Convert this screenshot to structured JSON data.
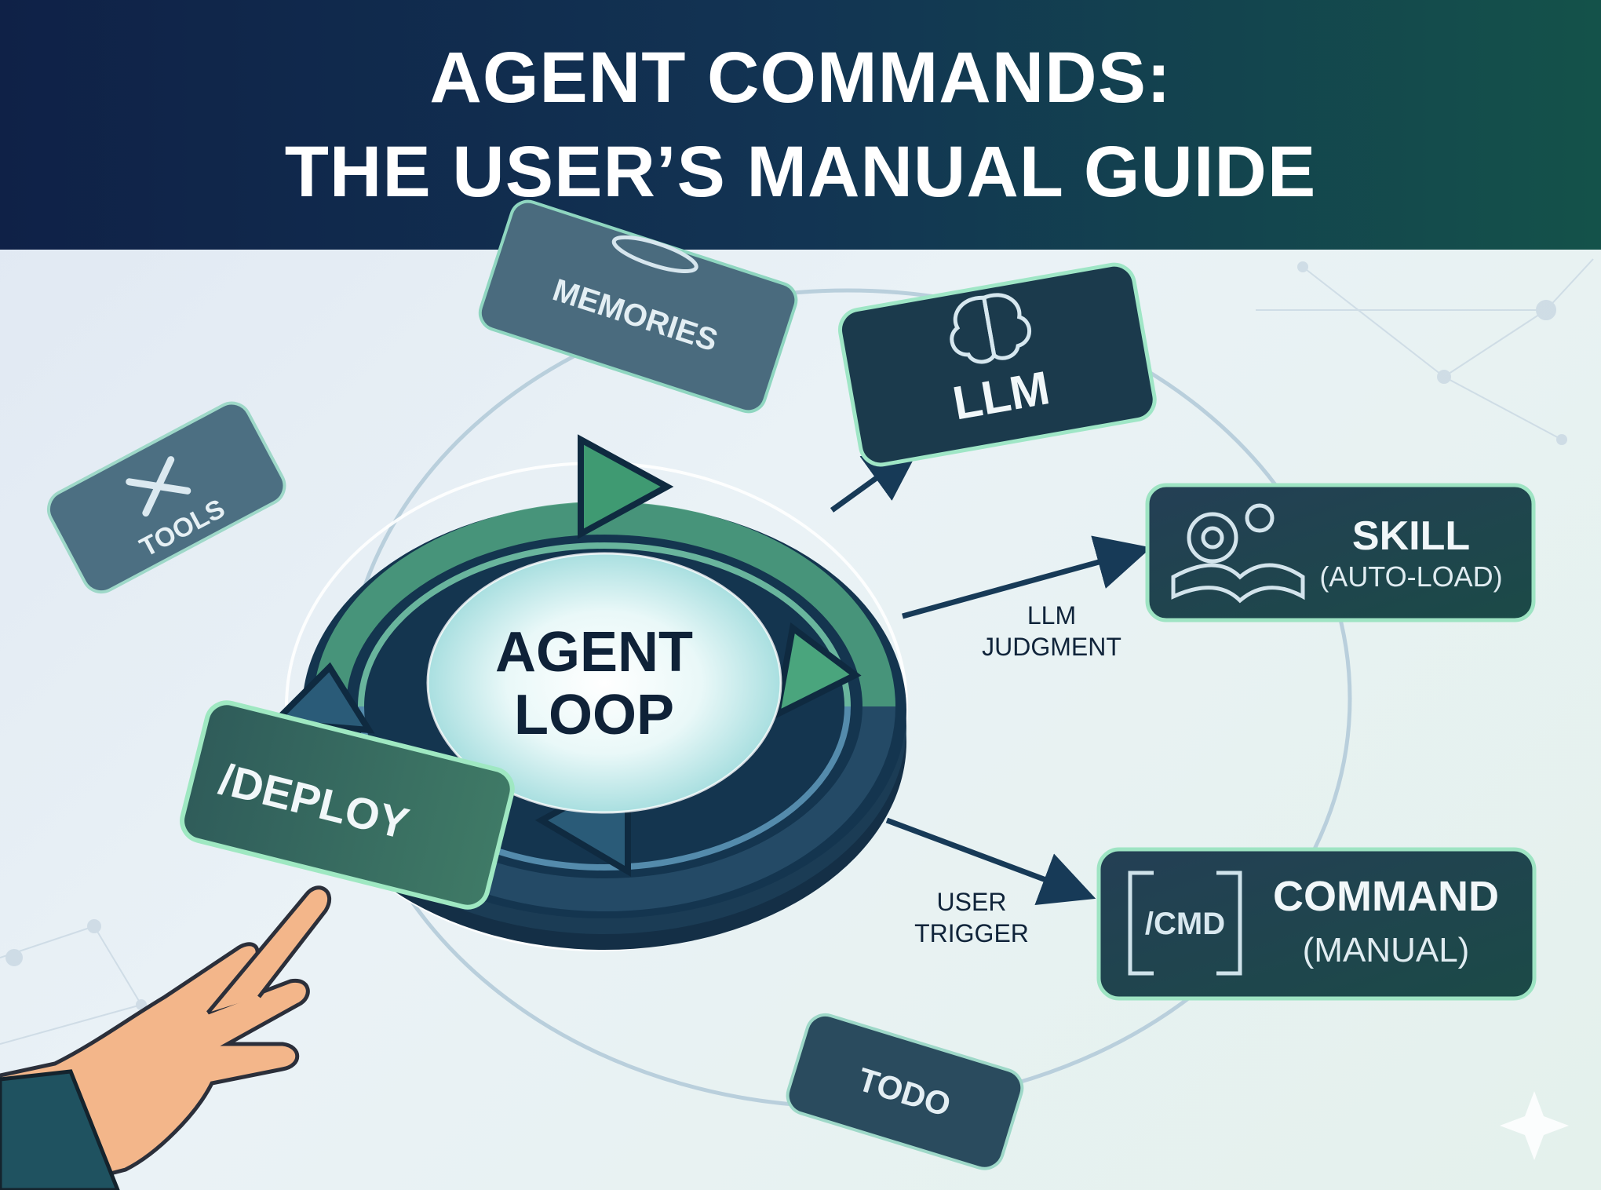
{
  "header": {
    "title_line1": "AGENT COMMANDS:",
    "title_line2": "THE USER’S MANUAL GUIDE"
  },
  "center": {
    "line1": "AGENT",
    "line2": "LOOP"
  },
  "nodes": {
    "memories": "MEMORIES",
    "llm": "LLM",
    "tools": "TOOLS",
    "skill_title": "SKILL",
    "skill_subtitle": "(AUTO-LOAD)",
    "command_icon": "/CMD",
    "command_title": "COMMAND",
    "command_subtitle": "(MANUAL)",
    "todo": "TODO",
    "deploy": "/DEPLOY"
  },
  "edges": {
    "llm_judgment_line1": "LLM",
    "llm_judgment_line2": "JUDGMENT",
    "user_trigger_line1": "USER",
    "user_trigger_line2": "TRIGGER"
  },
  "colors": {
    "header_start": "#0f2147",
    "header_end": "#14524a",
    "card_fill": "#1e3a4a",
    "card_glow": "#7fe0b0",
    "ring_dark": "#14354f",
    "ring_green": "#3f9a72",
    "arrow": "#173a57"
  }
}
